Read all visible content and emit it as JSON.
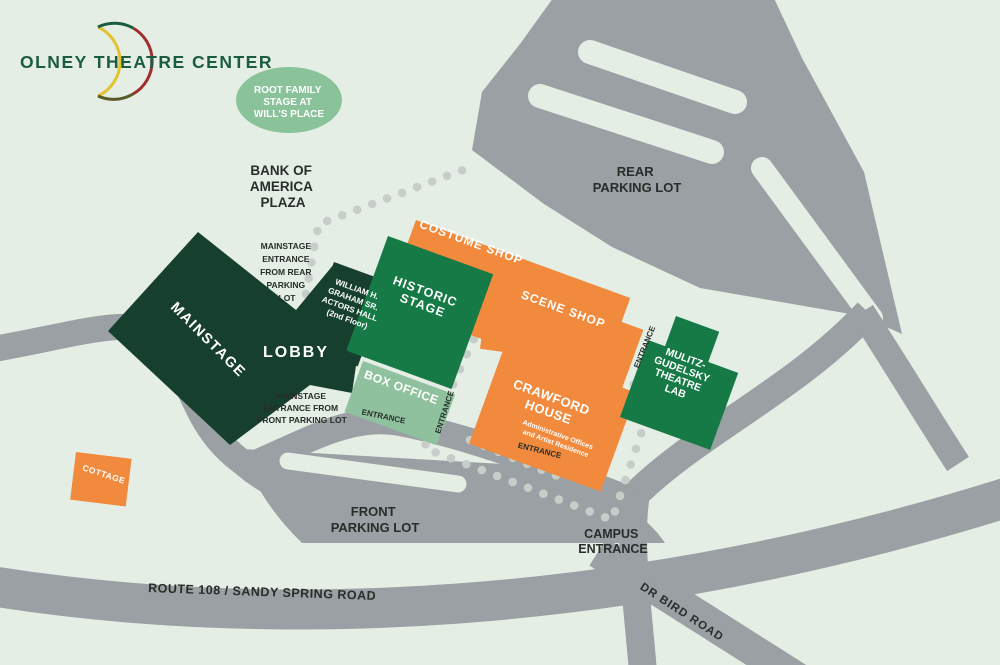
{
  "logo": {
    "text": "OLNEY THEATRE CENTER"
  },
  "stage_ellipse": {
    "lines": [
      "ROOT FAMILY",
      "STAGE AT",
      "WILL'S PLACE"
    ]
  },
  "plaza": {
    "lines": [
      "BANK OF",
      "AMERICA",
      "PLAZA"
    ]
  },
  "parking": {
    "rear": {
      "lines": [
        "REAR",
        "PARKING LOT"
      ]
    },
    "front": {
      "lines": [
        "FRONT",
        "PARKING LOT"
      ]
    }
  },
  "roads": {
    "route108": "ROUTE 108 / SANDY SPRING ROAD",
    "dr_bird": "DR BIRD ROAD",
    "campus_entrance": {
      "lines": [
        "CAMPUS",
        "ENTRANCE"
      ]
    }
  },
  "buildings": {
    "mainstage": {
      "label": "MAINSTAGE"
    },
    "lobby": {
      "label": "LOBBY"
    },
    "actors_hall": {
      "lines": [
        "WILLIAM H.",
        "GRAHAM SR.",
        "ACTORS HALL",
        "(2nd Floor)"
      ]
    },
    "historic_stage": {
      "lines": [
        "HISTORIC",
        "STAGE"
      ]
    },
    "costume_shop": {
      "label": "COSTUME SHOP"
    },
    "scene_shop": {
      "label": "SCENE SHOP"
    },
    "box_office": {
      "label": "BOX OFFICE"
    },
    "crawford_house": {
      "lines": [
        "CRAWFORD",
        "HOUSE"
      ],
      "sub_lines": [
        "Administrative Offices",
        "and Artist Residence"
      ]
    },
    "mulitz": {
      "lines": [
        "MULITZ-",
        "GUDELSKY",
        "THEATRE",
        "LAB"
      ]
    },
    "cottage": {
      "label": "COTTAGE"
    }
  },
  "entrance_notes": {
    "rear": {
      "lines": [
        "MAINSTAGE",
        "ENTRANCE",
        "FROM REAR",
        "PARKING",
        "LOT"
      ]
    },
    "front": {
      "lines": [
        "MAINSTAGE",
        "ENTRANCE FROM",
        "FRONT PARKING LOT"
      ]
    },
    "generic": "ENTRANCE"
  },
  "colors": {
    "background": "#e4eee5",
    "road_gray": "#9aa0a3",
    "dark_green": "#163f2d",
    "green": "#157a45",
    "light_green": "#90c19f",
    "ellipse_green": "#8ac29a",
    "orange": "#f18a3d",
    "dot_gray": "#c7ceca",
    "ink": "#272e29",
    "logo_green": "#1a5c40"
  }
}
